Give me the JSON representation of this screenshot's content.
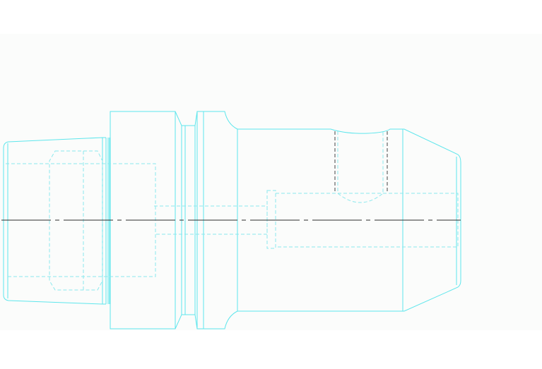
{
  "drawing": {
    "colors": {
      "background": "#ffffff",
      "panel": "#fbfcfb",
      "visible_outline": "#5ee6ec",
      "hidden_line": "#8be9ee",
      "centerline": "#2b2b2b",
      "dark_hidden": "#444444"
    },
    "line_styles": {
      "visible": "solid",
      "hidden": "dashed",
      "center": "dash-dot"
    }
  }
}
